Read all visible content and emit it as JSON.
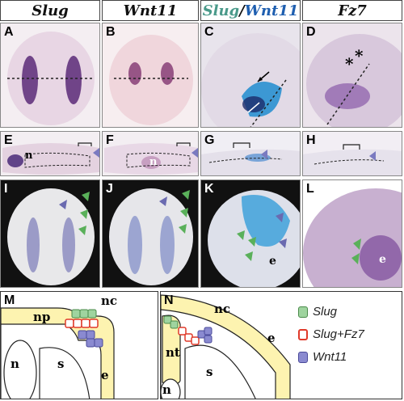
{
  "headers": {
    "col1": "Slug",
    "col2": "Wnt11",
    "col3_a": "Slug",
    "col3_sep": "/",
    "col3_b": "Wnt11",
    "col4": "Fz7"
  },
  "panels": {
    "A": "A",
    "B": "B",
    "C": "C",
    "D": "D",
    "E": "E",
    "F": "F",
    "G": "G",
    "H": "H",
    "I": "I",
    "J": "J",
    "K": "K",
    "L": "L",
    "M": "M",
    "N": "N"
  },
  "annotations": {
    "n_E": "n",
    "n_F": "n",
    "e_K": "e",
    "e_L": "e",
    "star1": "*",
    "star2": "*"
  },
  "diagram_M": {
    "nc": "nc",
    "np": "np",
    "n": "n",
    "s": "s",
    "e": "e"
  },
  "diagram_N": {
    "nc": "nc",
    "nt": "nt",
    "n": "n",
    "s": "s",
    "e": "e"
  },
  "legend": [
    {
      "label": "Slug",
      "color": "#9fd49f"
    },
    {
      "label": "Slug+Fz7",
      "color": "#e03a2a"
    },
    {
      "label": "Wnt11",
      "color": "#8a8ad0"
    }
  ]
}
